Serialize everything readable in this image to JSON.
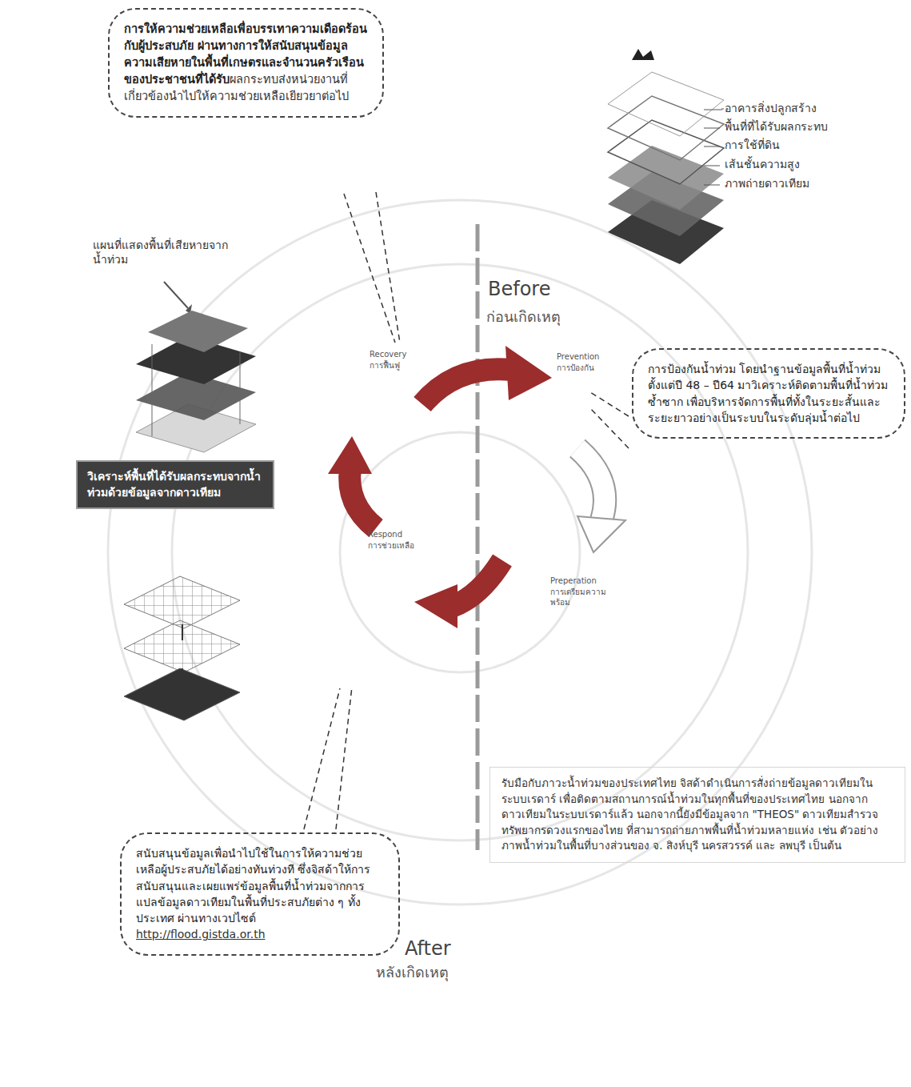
{
  "diagram": {
    "nodes": [
      {
        "text": [
          "การให้ความช่วยเหลือเพื่อบรรเทาความเดือดร้อนกับผู้ประสบภัย ผ่านทางการให้สนับสนุนข้อมูลความเสียหายในพื้นที่เกษตรและจำนวนครัวเรือนของประชาชนที่ได้รับ",
          "ผลกระทบส่งหน่วยงานที่เกี่ยวข้องนำไปให้ความช่วยเหลือเยียวยาต่อไป"
        ]
      },
      {
        "text": [
          "การป้องกันน้ำท่วม โดยนำฐานข้อมูลพื้นที่น้ำท่วมตั้งแต่ปี 48 – ปี64 มาวิเคราะห์ติดตามพื้นที่น้ำท่วมซ้ำซาก เพื่อบริหารจัดการพื้นที่ทั้งในระยะสั้นและระยะยาวอย่างเป็นระบบในระดับลุ่มน้ำต่อไป"
        ]
      },
      {
        "text": [
          "วิเคราะห์พื้นที่ได้รับผลกระทบจากน้ำท่วมด้วยข้อมูลจากดาวเทียม"
        ]
      },
      {
        "text": [
          "รับมือกับภาวะน้ำท่วมของประเทศไทย จิสด้าดำเนินการสั่งถ่ายข้อมูลดาวเทียมในระบบเรดาร์ เพื่อติดตามสถานการณ์น้ำท่วมในทุกพื้นที่ของประเทศไทย นอกจากดาวเทียมในระบบเรดาร์แล้ว นอกจากนี้ยังมีข้อมูลจาก \"THEOS\" ดาวเทียมสำรวจทรัพยากรดวงแรกของไทย ที่สามารถถ่ายภาพพื้นที่น้ำท่วมหลายแห่ง เช่น ตัวอย่างภาพน้ำท่วมในพื้นที่บางส่วนของ จ. สิงห์บุรี นครสวรรค์ และ ลพบุรี เป็นต้น"
        ]
      },
      {
        "text": [
          "สนับสนุนข้อมูลเพื่อนำไปใช้ในการให้ความช่วยเหลือผู้ประสบภัยได้อย่างทันท่วงที ซึ่งจิสด้าให้การสนับสนุนและเผยแพร่ข้อมูลพื้นที่น้ำท่วมจากการแปลข้อมูลดาวเทียมในพื้นที่ประสบภัยต่าง ๆ ทั้งประเทศ ผ่านทางเวปไซต์",
          "http://flood.gistda.or.th"
        ]
      }
    ],
    "labels": [
      "อาคารสิ่งปลูกสร้าง",
      "พื้นที่ที่ได้รับผลกระทบ",
      "การใช้ที่ดิน",
      "เส้นชั้นความสูง",
      "ภาพถ่ายดาวเทียม",
      "Before",
      "ก่อนเกิดเหตุ",
      "แผนที่แสดงพื้นที่เสียหายจากน้ำท่วม",
      "Recovery",
      "การฟื้นฟู",
      "Prevention",
      "การป้องกัน",
      "Preperation",
      "การเตรียมความพร้อม",
      "Respond",
      "การช่วยเหลือ",
      "After",
      "หลังเกิดเหตุ"
    ]
  }
}
